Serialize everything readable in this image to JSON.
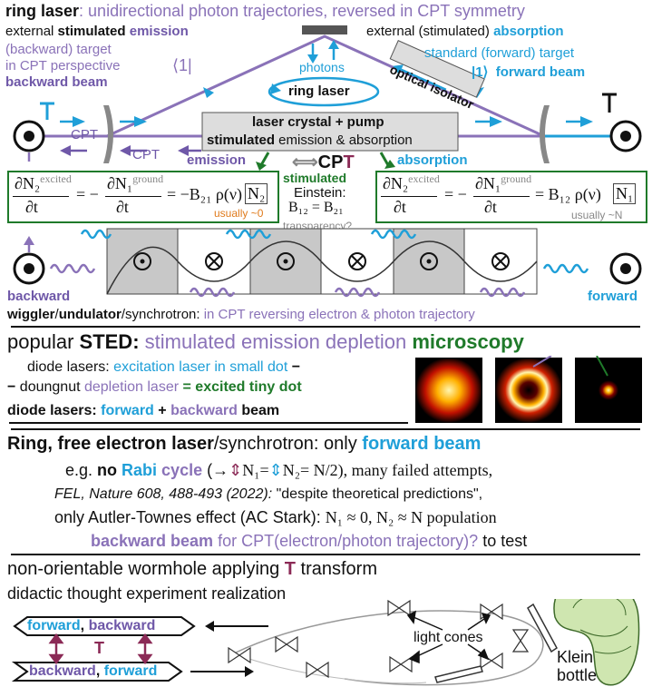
{
  "colors": {
    "purple": "#8a72b8",
    "blue": "#1f9fd8",
    "green": "#1f7a2a",
    "orange": "#e07a1b",
    "wine": "#8b2a56"
  },
  "ring": {
    "title_bold": "ring laser",
    "title_rest": ": unidirectional photon trajectories, reversed in CPT symmetry",
    "left1_a": "external ",
    "left1_b": "stimulated",
    "left1_c": " emission",
    "right1_a": "external (stimulated) ",
    "right1_b": "absorption",
    "left2": "(backward) target",
    "left2_b": "in CPT perspective",
    "left2_ket": "⟨1|",
    "left3": "backward beam",
    "right2": "standard (forward) target",
    "right2_b": "|1⟩",
    "right2_c": "forward beam",
    "photons": "photons",
    "isolator": "optical isolator",
    "ring_laser": "ring laser",
    "crystal1": "laser crystal + pump",
    "crystal2_b": "stimulated",
    "crystal2_r": " emission & absorption",
    "cpt_left1": "CPT",
    "cpt_left2": "CPT",
    "emission": "emission",
    "absorption": "absorption",
    "cpt_center_c": "C",
    "cpt_center_p": "P",
    "cpt_center_t": "T",
    "stimulated": "stimulated",
    "einstein": "Einstein:",
    "einstein_eq": "B₁₂ = B₂₁",
    "usually0": "usually ~0",
    "usuallyN": "usually ~N",
    "transparency": "transparency?"
  },
  "equations": {
    "left": {
      "dN2": "∂N₂",
      "excited": "excited",
      "dN1": "∂N₁",
      "ground": "ground",
      "dt": "∂t",
      "minus": "= −",
      "rhs": "= −B₂₁ ρ(ν)",
      "box": "N₂"
    },
    "right": {
      "dN2": "∂N₂",
      "excited": "excited",
      "dN1": "∂N₁",
      "ground": "ground",
      "dt": "∂t",
      "minus": "= −",
      "rhs": "= B₁₂ ρ(ν)",
      "box": "N₁"
    }
  },
  "wiggler": {
    "backward": "backward",
    "forward": "forward",
    "line_a": "wiggler",
    "line_b": "/",
    "line_c": "undulator",
    "line_d": "/synchrotron: ",
    "line_e": "in CPT reversing electron & photon trajectory"
  },
  "sted": {
    "t_a": "popular ",
    "t_b": "STED:",
    "t_c": " stimulated emission depletion ",
    "t_d": "microscopy",
    "l1_a": "diode lasers: ",
    "l1_b": "excitation laser in small dot",
    "l2_a": "doungnut ",
    "l2_b": "depletion laser",
    "l2_c": " = excited tiny dot",
    "l3_a": "diode lasers: ",
    "l3_b": "forward",
    "l3_c": " + ",
    "l3_d": "backward",
    "l3_e": " beam"
  },
  "fel": {
    "t_a": "Ring, free electron laser",
    "t_b": "/synchrotron: only ",
    "t_c": "forward beam",
    "l1_a": "e.g. ",
    "l1_b": "no ",
    "l1_c": "Rabi",
    "l1_d": " cycle",
    "l1_e": " (→",
    "l1_f": "N₁=",
    "l1_g": "N₂= N/2), many failed attempts,",
    "l2_a": "FEL, ",
    "l2_b": "Nature 608, 488-493 (2022):",
    "l2_c": " \"despite theoretical predictions\",",
    "l3_a": "only Autler-Townes effect (AC Stark):  ",
    "l3_b": "N₁ ≈ 0, N₂ ≈ N population",
    "l4_a": "backward beam",
    "l4_b": " for CPT(electron/photon trajectory)?",
    "l4_c": " to test"
  },
  "wormhole": {
    "t_a": "non-orientable wormhole applying ",
    "t_b": "T",
    "t_c": " transform",
    "t2": "didactic thought experiment realization",
    "top_ship_a": "forward",
    "top_ship_b": ", ",
    "top_ship_c": "backward",
    "bot_ship_a": "backward",
    "bot_ship_b": ", ",
    "bot_ship_c": "forward",
    "T": "T",
    "light_cones": "light cones",
    "klein1": "Klein",
    "klein2": "bottle"
  }
}
